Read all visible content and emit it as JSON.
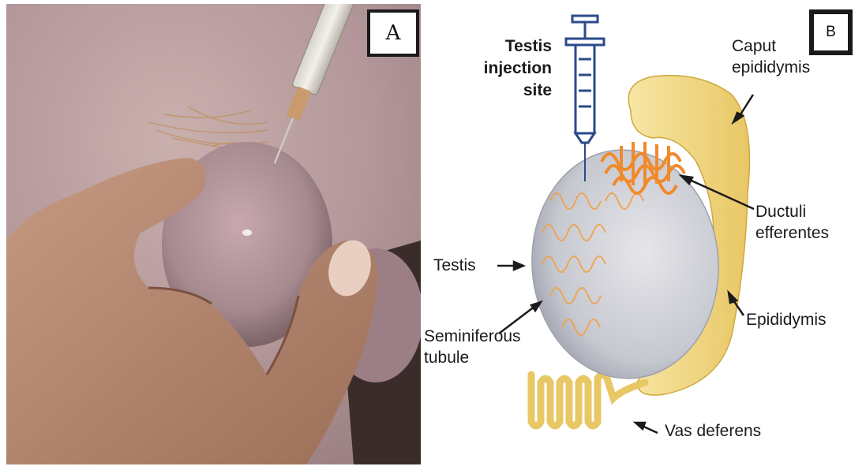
{
  "panel_a": {
    "letter": "A"
  },
  "panel_b": {
    "letter": "B",
    "labels": {
      "injection_line1": "Testis",
      "injection_line2": "injection",
      "injection_line3": "site",
      "caput_line1": "Caput",
      "caput_line2": "epididymis",
      "ductuli_line1": "Ductuli",
      "ductuli_line2": "efferentes",
      "testis": "Testis",
      "seminiferous_line1": "Seminiferous",
      "seminiferous_line2": "tubule",
      "epididymis": "Epididymis",
      "vas_deferens": "Vas deferens"
    }
  },
  "colors": {
    "skin": "#b79a96",
    "tubule_orange": "#f0a24a",
    "epididymis_yellow": "#f4dc8a",
    "syringe_blue": "#2a4a8a"
  }
}
